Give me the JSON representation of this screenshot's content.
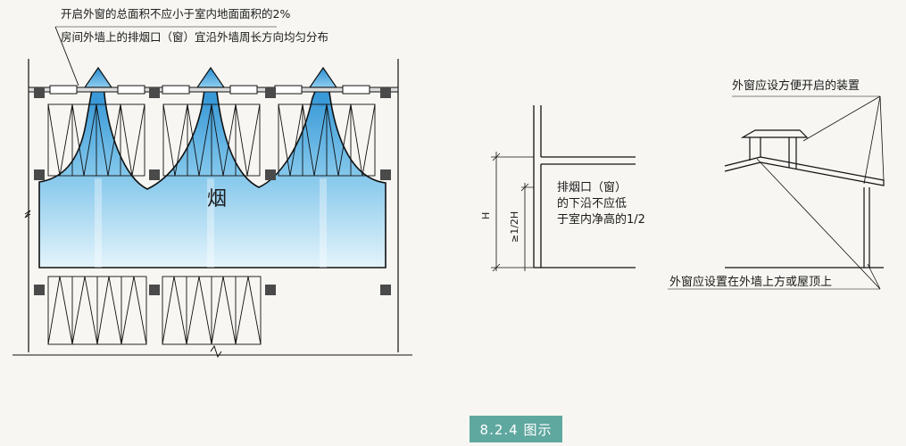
{
  "left_panel": {
    "note_window_area": "开启外窗的总面积不应小于室内地面面积的2%",
    "note_distribution": "房间外墙上的排烟口（窗）宜沿外墙周长方向均匀分布",
    "smoke_label": "烟"
  },
  "middle_panel": {
    "dimension_total": "H",
    "dimension_half": "≥1/2H",
    "note_line1": "排烟口（窗）",
    "note_line2": "的下沿不应低",
    "note_line3": "于室内净高的1/2"
  },
  "right_panel": {
    "note_top": "外窗应设方便开启的装置",
    "note_bottom": "外窗应设置在外墙上方或屋顶上"
  },
  "caption": "8.2.4 图示",
  "colors": {
    "smoke_top": "#3aa0dc",
    "smoke_bottom": "#e2f3fb",
    "caption_bg": "#5fa8a0"
  }
}
